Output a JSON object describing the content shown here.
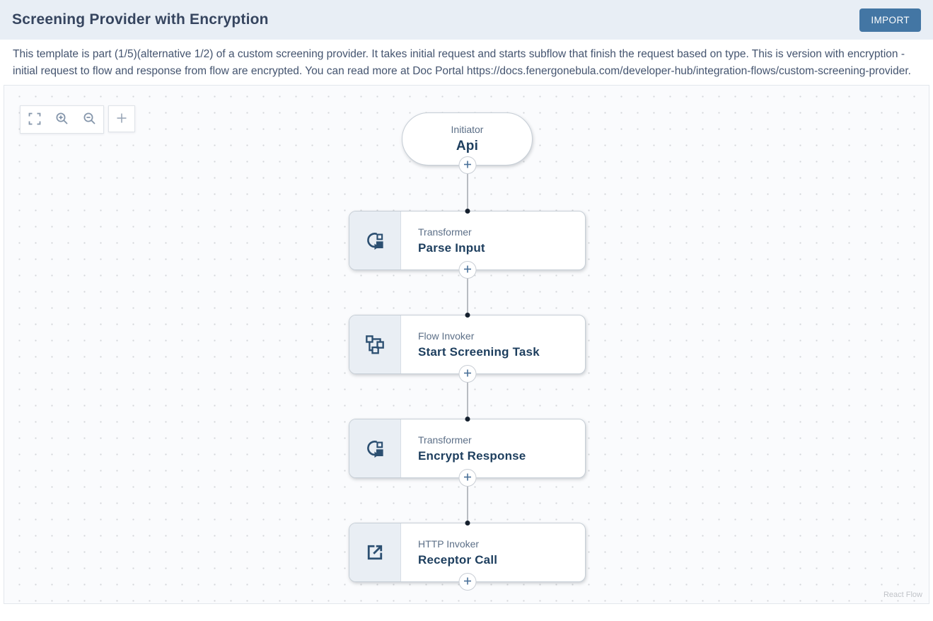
{
  "header": {
    "title": "Screening Provider with Encryption",
    "import_label": "IMPORT"
  },
  "description": {
    "text": "This template is part (1/5)(alternative 1/2) of a custom screening provider. It takes initial request and starts subflow that finish the request based on type. This is version with encryption - initial request to flow and response from flow are encrypted. You can read more at Doc Portal https://docs.fenergonebula.com/developer-hub/integration-flows/custom-screening-provider."
  },
  "canvas": {
    "attribution": "React Flow",
    "controls": {
      "icons": [
        "fit-view-icon",
        "zoom-in-icon",
        "zoom-out-icon",
        "plus-icon"
      ]
    }
  },
  "flow": {
    "nodes": [
      {
        "type_label": "Initiator",
        "name": "Api",
        "icon": "none",
        "shape": "pill"
      },
      {
        "type_label": "Transformer",
        "name": "Parse Input",
        "icon": "transformer-icon",
        "shape": "card"
      },
      {
        "type_label": "Flow Invoker",
        "name": "Start Screening Task",
        "icon": "flow-invoker-icon",
        "shape": "card"
      },
      {
        "type_label": "Transformer",
        "name": "Encrypt Response",
        "icon": "transformer-icon",
        "shape": "card"
      },
      {
        "type_label": "HTTP Invoker",
        "name": "Receptor Call",
        "icon": "http-invoker-icon",
        "shape": "card"
      }
    ]
  },
  "colors": {
    "accent_button": "#4376a4",
    "header_bg": "#e8eef5",
    "title_text": "#36455f",
    "body_text": "#44546f",
    "node_title": "#1d3e5e",
    "node_type_label": "#5c6f87",
    "node_icon": "#2c4f71",
    "icon_cell_bg": "#e9eef4",
    "canvas_bg": "#fafbfd",
    "canvas_dot": "#d3d5d9",
    "edge": "#b8bcc2",
    "handle_dot": "#15202e"
  }
}
